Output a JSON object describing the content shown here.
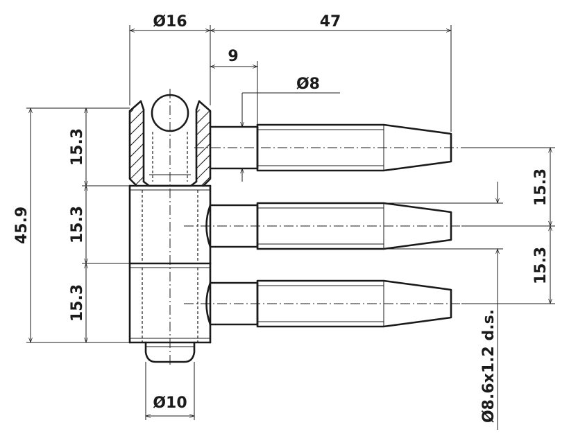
{
  "dimensions": {
    "dia_sleeve": "Ø16",
    "length_pin": "47",
    "offset_shoulder": "9",
    "dia_shank": "Ø8",
    "segment_top": "15.3",
    "segment_mid": "15.3",
    "segment_bottom": "15.3",
    "height_total": "45.9",
    "pitch_right_top": "15.3",
    "pitch_right_bottom": "15.3",
    "dia_pin_bottom": "Ø10",
    "thread_spec": "Ø8.6x1.2 d.s."
  }
}
